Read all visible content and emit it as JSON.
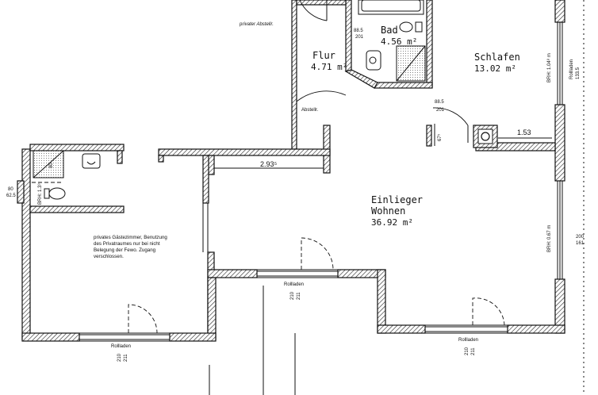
{
  "rooms": {
    "flur": {
      "name": "Flur",
      "area": "4.71 m²"
    },
    "bad": {
      "name": "Bad",
      "area": "4.56 m²"
    },
    "schlafen": {
      "name": "Schlafen",
      "area": "13.02 m²"
    },
    "wohnen": {
      "name_line1": "Einlieger",
      "name_line2": "Wohnen",
      "area": "36.92 m²"
    }
  },
  "labels": {
    "privater_abstellr": "privater Abstellr.",
    "abstellr": "Abstellr.",
    "gaestezimmer_note": [
      "privates Gästezimmer, Benutzung",
      "des Privatraumes nur bei nicht",
      "Belegung der Fewo. Zugang",
      "verschlossen."
    ],
    "rollladen": "Rollladen"
  },
  "dimensions": {
    "wohnen_width": "2.93⁵",
    "schlafen_width": "1.53",
    "wall_67": "67⁵",
    "bad_door_top": "88.5",
    "bad_door_bot": "201",
    "schlafen_door_top": "88.5",
    "schlafen_door_bot": "201",
    "brh_schlafen": "BRH: 1.04⁸ m",
    "brh_wohnen": "BRH: 0.67 m",
    "win_schlafen_top": "Rollladen",
    "win_schlafen_bot": "133.5",
    "win_wohnen_top": "200",
    "win_wohnen_bot": "161",
    "left_win_top": "80",
    "left_win_bot": "62.5",
    "brh_left": "BRH: 1.3⁹",
    "win1_top": "210",
    "win1_bot": "211",
    "win2_top": "210",
    "win2_bot": "211",
    "win3_top": "210",
    "win3_bot": "211",
    "wc_80": "80"
  }
}
